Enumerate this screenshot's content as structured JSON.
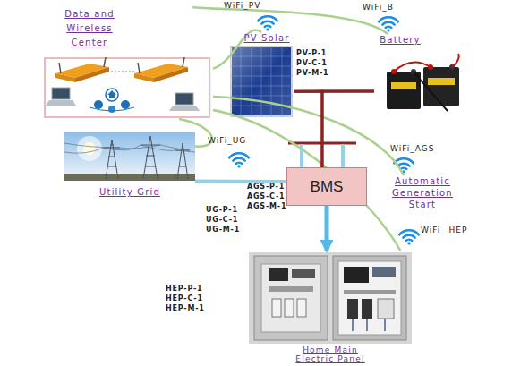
{
  "diagram": {
    "nodes": [
      {
        "text": [
          "Data and Wireless Center"
        ]
      },
      {
        "text": [
          "PV Solar"
        ]
      },
      {
        "text": [
          "Battery"
        ]
      },
      {
        "text": [
          "Utility Grid"
        ]
      },
      {
        "text": [
          "BMS"
        ]
      },
      {
        "text": [
          "Automatic Generation Start"
        ]
      },
      {
        "text": [
          "Home Main Electric Panel"
        ]
      }
    ],
    "edges": [
      {
        "from": 0,
        "to": 1,
        "arrow": "none"
      },
      {
        "from": 0,
        "to": 2,
        "arrow": "none"
      },
      {
        "from": 0,
        "to": 3,
        "arrow": "none"
      },
      {
        "from": 0,
        "to": 5,
        "arrow": "none"
      },
      {
        "from": 0,
        "to": 6,
        "arrow": "none"
      },
      {
        "from": 1,
        "to": 2,
        "arrow": "none"
      },
      {
        "from": 1,
        "to": 4,
        "arrow": "none"
      },
      {
        "from": 2,
        "to": 4,
        "arrow": "none"
      },
      {
        "from": 3,
        "to": 4,
        "arrow": "none"
      },
      {
        "from": 4,
        "to": 6,
        "arrow": "to"
      }
    ],
    "labels": [
      "WiFi_PV",
      "WiFi_B",
      "PV-P-1",
      "PV-C-1",
      "PV-M-1",
      "WiFi_UG",
      "WiFi_AGS",
      "AGS-P-1",
      "AGS-C-1",
      "AGS-M-1",
      "UG-P-1",
      "UG-C-1",
      "UG-M-1",
      "WiFi _HEP",
      "HEP-P-1",
      "HEP-C-1",
      "HEP-M-1"
    ]
  }
}
